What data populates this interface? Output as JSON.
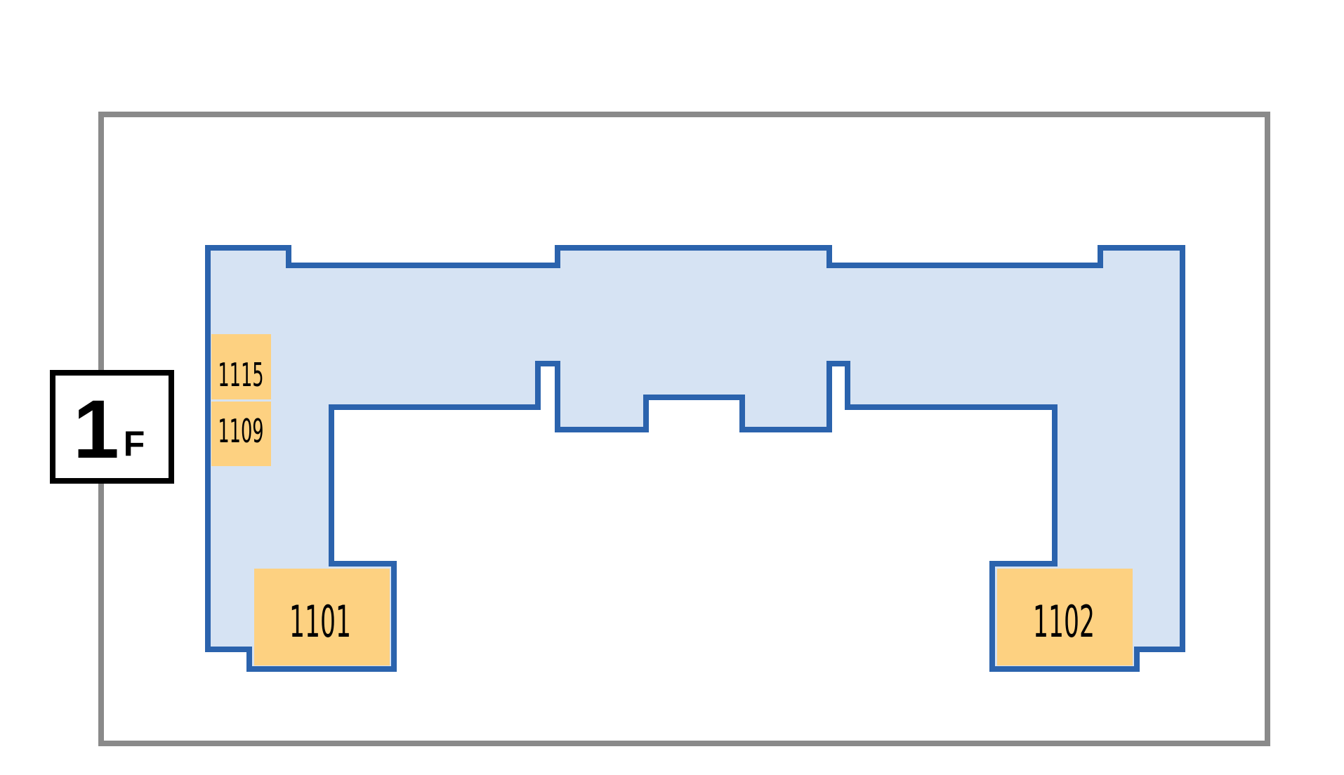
{
  "floor": {
    "number": "1",
    "suffix": "F"
  },
  "rooms": [
    {
      "id": "room-1115",
      "label": "1115"
    },
    {
      "id": "room-1109",
      "label": "1109"
    },
    {
      "id": "room-1101",
      "label": "1101"
    },
    {
      "id": "room-1102",
      "label": "1102"
    }
  ],
  "colors": {
    "outer_border": "#8a8a8a",
    "building_outline": "#2b63ad",
    "building_fill": "#d6e3f3",
    "room_fill": "#fdd181",
    "floor_badge_border": "#000000",
    "background": "#ffffff"
  }
}
